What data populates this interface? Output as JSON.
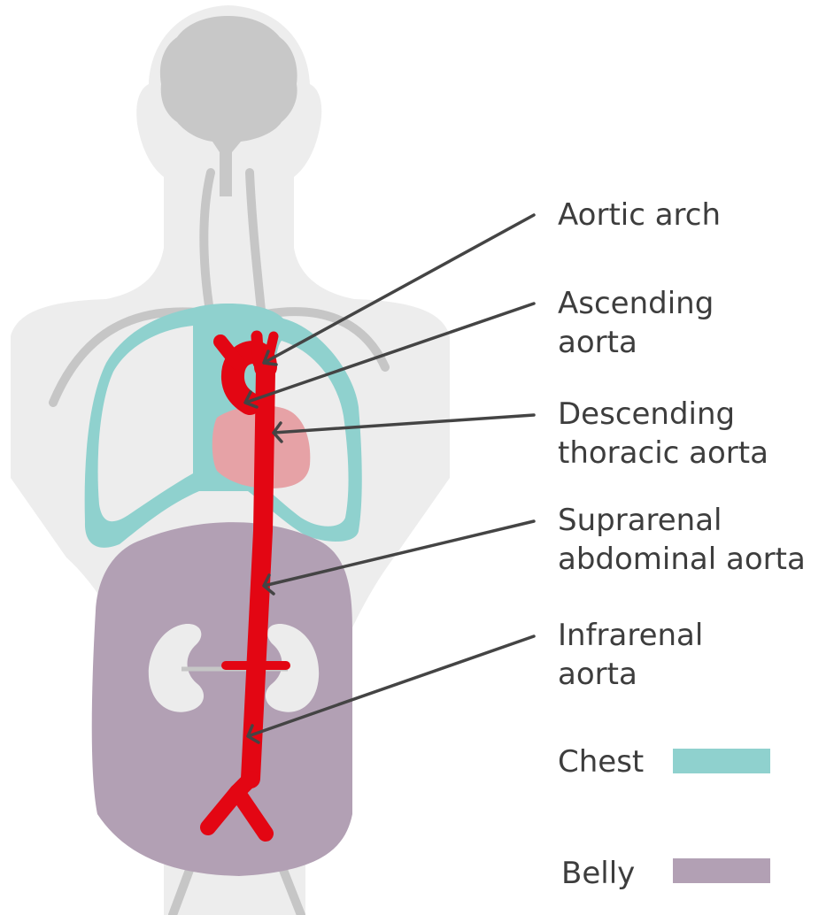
{
  "labels": {
    "aortic_arch": [
      "Aortic arch"
    ],
    "ascending_aorta": [
      "Ascending",
      "aorta"
    ],
    "descending_thoracic_aorta": [
      "Descending",
      "thoracic aorta"
    ],
    "suprarenal_abdominal_aorta": [
      "Suprarenal",
      "abdominal aorta"
    ],
    "infrarenal_aorta": [
      "Infrarenal",
      "aorta"
    ]
  },
  "legend": {
    "chest": "Chest",
    "belly": "Belly"
  },
  "colors": {
    "body": "#ededed",
    "brain": "#c8c8c8",
    "vessels_gray": "#c6c6c6",
    "chest": "#8fd1ce",
    "heart": "#e6a2a6",
    "belly": "#b2a0b4",
    "kidney": "#ececec",
    "aorta": "#e30613",
    "leader": "#444444",
    "text": "#3d3d3d"
  }
}
